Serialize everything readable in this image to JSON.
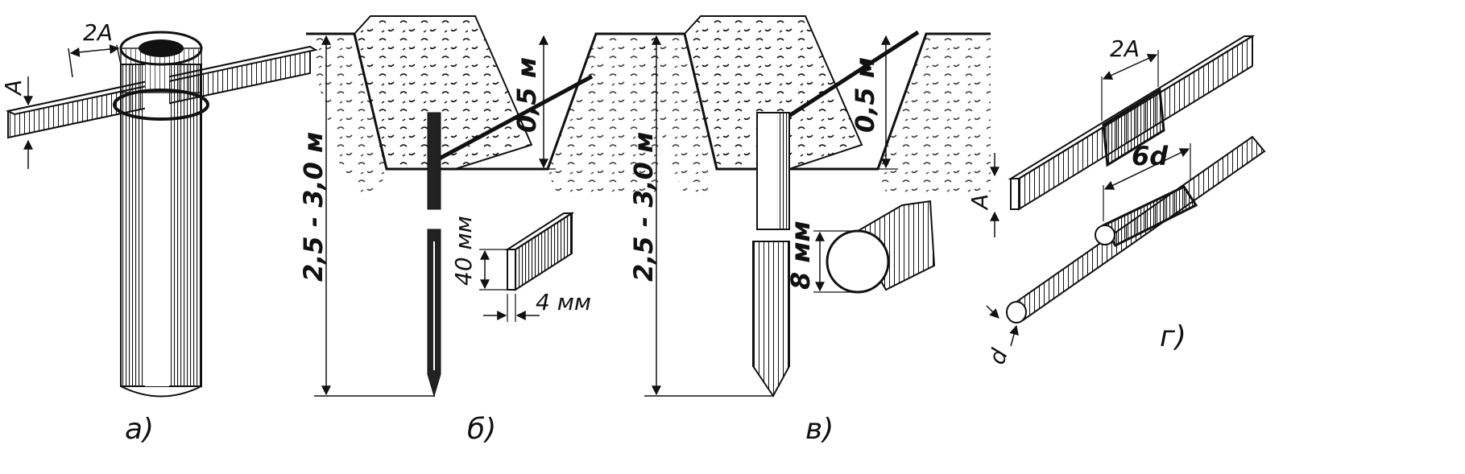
{
  "figure": {
    "panels": [
      {
        "caption": "а)",
        "labels": {
          "width": "2A",
          "thickness": "A"
        }
      },
      {
        "caption": "б)",
        "labels": {
          "depth_total": "2,5 - 3,0 м",
          "trench": "0,5 м",
          "height": "40 мм",
          "thickness": "4 мм"
        }
      },
      {
        "caption": "в)",
        "labels": {
          "depth_total": "2,5 - 3,0 м",
          "trench": "0,5 м",
          "diameter": "8 мм"
        }
      },
      {
        "caption": "г)",
        "labels": {
          "width": "2A",
          "thickness": "A",
          "weld": "6d",
          "diameter": "d"
        }
      }
    ],
    "colors": {
      "ink": "#111111",
      "paper": "#ffffff"
    }
  }
}
